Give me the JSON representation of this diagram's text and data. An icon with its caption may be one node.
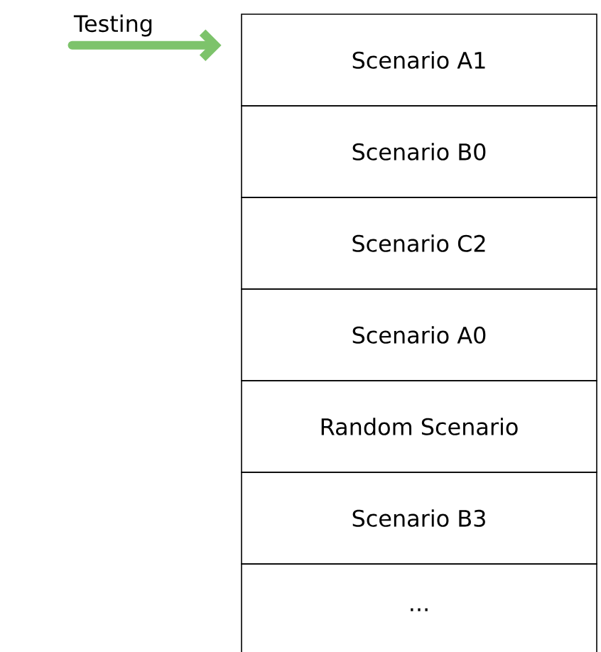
{
  "diagram": {
    "nodes": [
      {
        "text": [
          "Testing"
        ]
      },
      {
        "text": [
          "Scenario A1"
        ]
      },
      {
        "text": [
          "Scenario B0"
        ]
      },
      {
        "text": [
          "Scenario C2"
        ]
      },
      {
        "text": [
          "Scenario A0"
        ]
      },
      {
        "text": [
          "Random Scenario"
        ]
      },
      {
        "text": [
          "Scenario B3"
        ]
      },
      {
        "text": [
          "..."
        ]
      }
    ],
    "edges": [
      {
        "from": 0,
        "to": 1,
        "arrow": "to"
      }
    ]
  }
}
